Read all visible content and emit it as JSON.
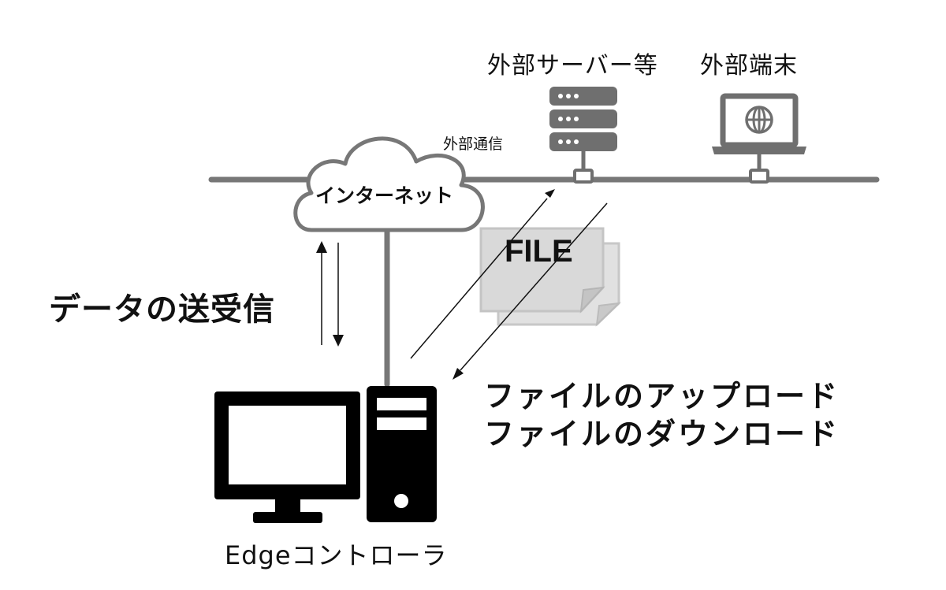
{
  "labels": {
    "external_server": "外部サーバー等",
    "external_terminal": "外部端末",
    "external_communication": "外部通信",
    "internet": "インターネット",
    "file": "FILE",
    "data_exchange": "データの送受信",
    "file_upload": "ファイルのアップロード",
    "file_download": "ファイルのダウンロード",
    "edge_controller": "Edgeコントローラ"
  },
  "icons": {
    "server": "server-icon",
    "terminal": "laptop-globe-icon",
    "cloud": "cloud-icon",
    "file": "file-document-icon",
    "pc": "desktop-pc-icon"
  },
  "colors": {
    "line": "#777777",
    "server": "#6f6f6f",
    "file_fill": "#d9d9d9",
    "pc": "#000000"
  }
}
